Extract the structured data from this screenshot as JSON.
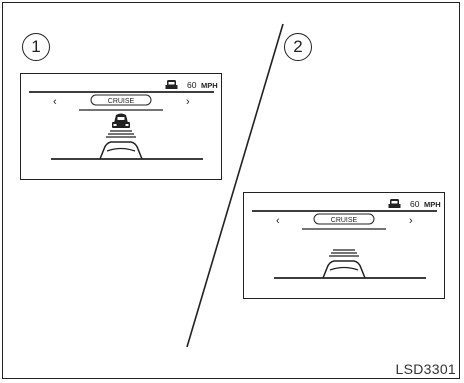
{
  "steps": [
    {
      "number": "1",
      "speed": "60",
      "unit": "MPH",
      "left_arrow": "‹",
      "right_arrow": "›",
      "mode_label": "CRUISE",
      "lead_vehicle": "car-icon"
    },
    {
      "number": "2",
      "speed": "60",
      "unit": "MPH",
      "left_arrow": "‹",
      "right_arrow": "›",
      "mode_label": "CRUISE",
      "lead_vehicle": ""
    }
  ],
  "caption": "LSD3301"
}
